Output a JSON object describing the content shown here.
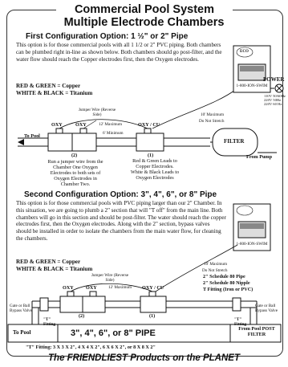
{
  "header": {
    "title_line1": "Commercial Pool System",
    "title_line2": "Multiple Electrode Chambers"
  },
  "option1": {
    "heading": "First Configuration Option: 1 ½\" or 2\" Pipe",
    "body": "This option is for those commercial pools with all 1 1/2 or 2\" PVC piping. Both chambers can be plumbed right in-line as shown below. Both chambers should go post-filter, and the water flow should reach the Copper electrodes first, then the Oxygen electrodes.",
    "legend_copper": "RED & GREEN = Copper",
    "legend_titanium": "WHITE & BLACK = Titanium",
    "jumper_label": "Jumper Wire (Reverse Side)",
    "max12": "12' Maximum",
    "min6": "6' Minimum",
    "max10": "10' Maximum",
    "no_stretch": "Do Not Stretch",
    "to_pool": "To Pool",
    "oxy_a": "OXY",
    "oxy_b": "OXY",
    "oxy_cu": "OXY / CU",
    "num2": "(2)",
    "num1": "(1)",
    "note_left": "Run a jumper wire from the Chamber One Oxygen Electrodes to both sets of Oxygen Electrodes in Chamber Two.",
    "note_right": "Red & Green Leads to Copper Electrodes. White & Black Leads to Oxygen Electrodes",
    "filter": "FILTER",
    "from_pump": "From Pump",
    "power": "POWER",
    "power_specs": "110V 50/60Hz\n220V 50Hz\n220V 60 Hz",
    "phone": "1-800-ION-SWIM",
    "logo": "ECO"
  },
  "option2": {
    "heading": "Second Configuration Option: 3\", 4\", 6\", or 8\" Pipe",
    "body": "This option is for those commercial pools with PVC piping larger than our 2\" Chamber. In this situation, we are going to plumb a 2\" section that will \"T off\" from the main line. Both chambers will go in this section and should be post-filter. The water should reach the copper electrodes first, then the Oxygen electrodes. Along with the 2\" section, bypass valves should be installed in order to isolate the chambers from the main water flow, for cleaning the chambers.",
    "legend_copper": "RED & GREEN = Copper",
    "legend_titanium": "WHITE & BLACK = Titanium",
    "jumper_label": "Jumper Wire (Reverse Side)",
    "max12": "12' Maximum",
    "max10": "10' Maximum",
    "no_stretch": "Do Not Stretch",
    "oxy_a": "OXY",
    "oxy_b": "OXY",
    "oxy_cu": "OXY / CU",
    "num2": "(2)",
    "num1": "(1)",
    "pipe_notes": [
      "2\" Schedule 80 Pipe",
      "2\" Schedule 80 Nipple",
      "T Fitting (Iron or PVC)"
    ],
    "valve_left": "Gate or Ball Bypass Valve",
    "valve_right": "Gate or Ball Bypass Valve",
    "t_fitting_left": "\"T\" Fitting",
    "t_fitting_right": "\"T\" Fitting",
    "to_pool": "To Pool",
    "main_pipe": "3\", 4\", 6\", or 8\" PIPE",
    "from_pool": "From Pool POST FILTER",
    "fitting_sizes": "\"T\" Fitting: 3 X 3 X 2\", 4 X 4 X 2\", 6 X 6 X 2\", or 8 X 8 X 2\"",
    "phone": "1-800-ION-SWIM"
  },
  "footer": {
    "tagline": "The FRIENDLIEST Products on the PLANET"
  }
}
